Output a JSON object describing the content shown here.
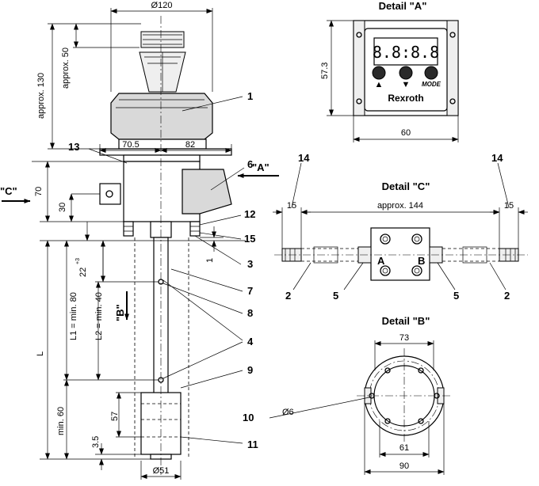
{
  "dims": {
    "d120": "Ø120",
    "approx130": "approx. 130",
    "approx50": "approx. 50",
    "d70_5": "70.5",
    "d82": "82",
    "d70": "70",
    "d30": "30",
    "d22": "22",
    "d22_tol": "+3",
    "l1": "L1 = min. 80",
    "l2": "L2 = min. 40",
    "L": "L",
    "min60": "min. 60",
    "d57": "57",
    "d3_5": "3.5",
    "d51": "Ø51",
    "d1": "1",
    "a57_3": "57.3",
    "a60": "60",
    "c15a": "15",
    "c144": "approx. 144",
    "c15b": "15",
    "b73": "73",
    "b6": "Ø6",
    "b61": "61",
    "b90": "90"
  },
  "views": {
    "detail_a": "Detail \"A\"",
    "detail_c": "Detail \"C\"",
    "detail_b": "Detail \"B\"",
    "arrow_a": "\"A\"",
    "arrow_c": "\"C\"",
    "arrow_b": "\"B\""
  },
  "display": {
    "digits": "8.8:8.8",
    "brand": "Rexroth",
    "mode": "MODE",
    "up": "▲",
    "down": "▼"
  },
  "ports": {
    "a": "A",
    "b": "B"
  },
  "callouts": {
    "c1": "1",
    "c2": "2",
    "c3": "3",
    "c4": "4",
    "c5": "5",
    "c6": "6",
    "c7": "7",
    "c8": "8",
    "c9": "9",
    "c10": "10",
    "c11": "11",
    "c12": "12",
    "c13": "13",
    "c14": "14",
    "c15": "15"
  }
}
